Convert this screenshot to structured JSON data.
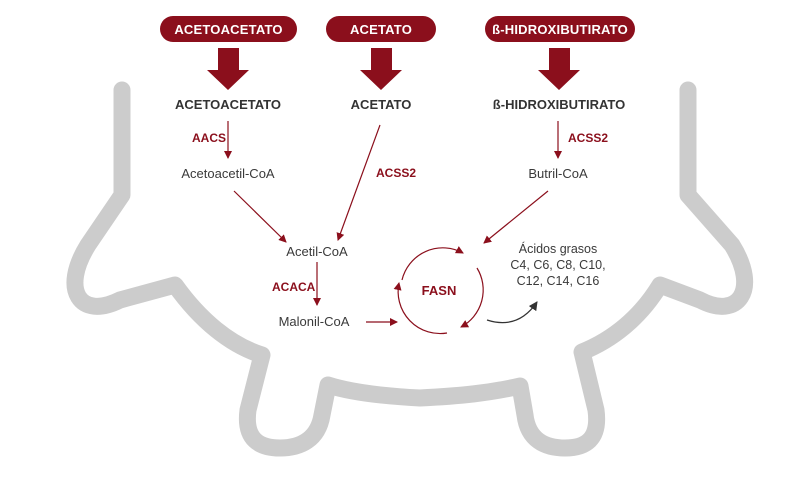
{
  "sources": {
    "acetoacetato": "ACETOACETATO",
    "acetato": "ACETATO",
    "hidroxibutirato": "ß-HIDROXIBUTIRATO"
  },
  "metabolites": {
    "acetoacetato": "ACETOACETATO",
    "acetato": "ACETATO",
    "hidroxibutirato": "ß-HIDROXIBUTIRATO",
    "acetoacetil_coa": "Acetoacetil-CoA",
    "butiril_coa": "Butril-CoA",
    "acetil_coa": "Acetil-CoA",
    "malonil_coa": "Malonil-CoA"
  },
  "enzymes": {
    "aacs": "AACS",
    "acss2_left": "ACSS2",
    "acss2_right": "ACSS2",
    "acaca": "ACACA",
    "fasn": "FASN"
  },
  "fatty_acids": {
    "line1": "Ácidos grasos",
    "line2": "C4, C6, C8, C10,",
    "line3": "C12, C14, C16"
  },
  "colors": {
    "accent": "#8b0f1c",
    "udder_outline": "#cccccc",
    "text": "#333333"
  }
}
